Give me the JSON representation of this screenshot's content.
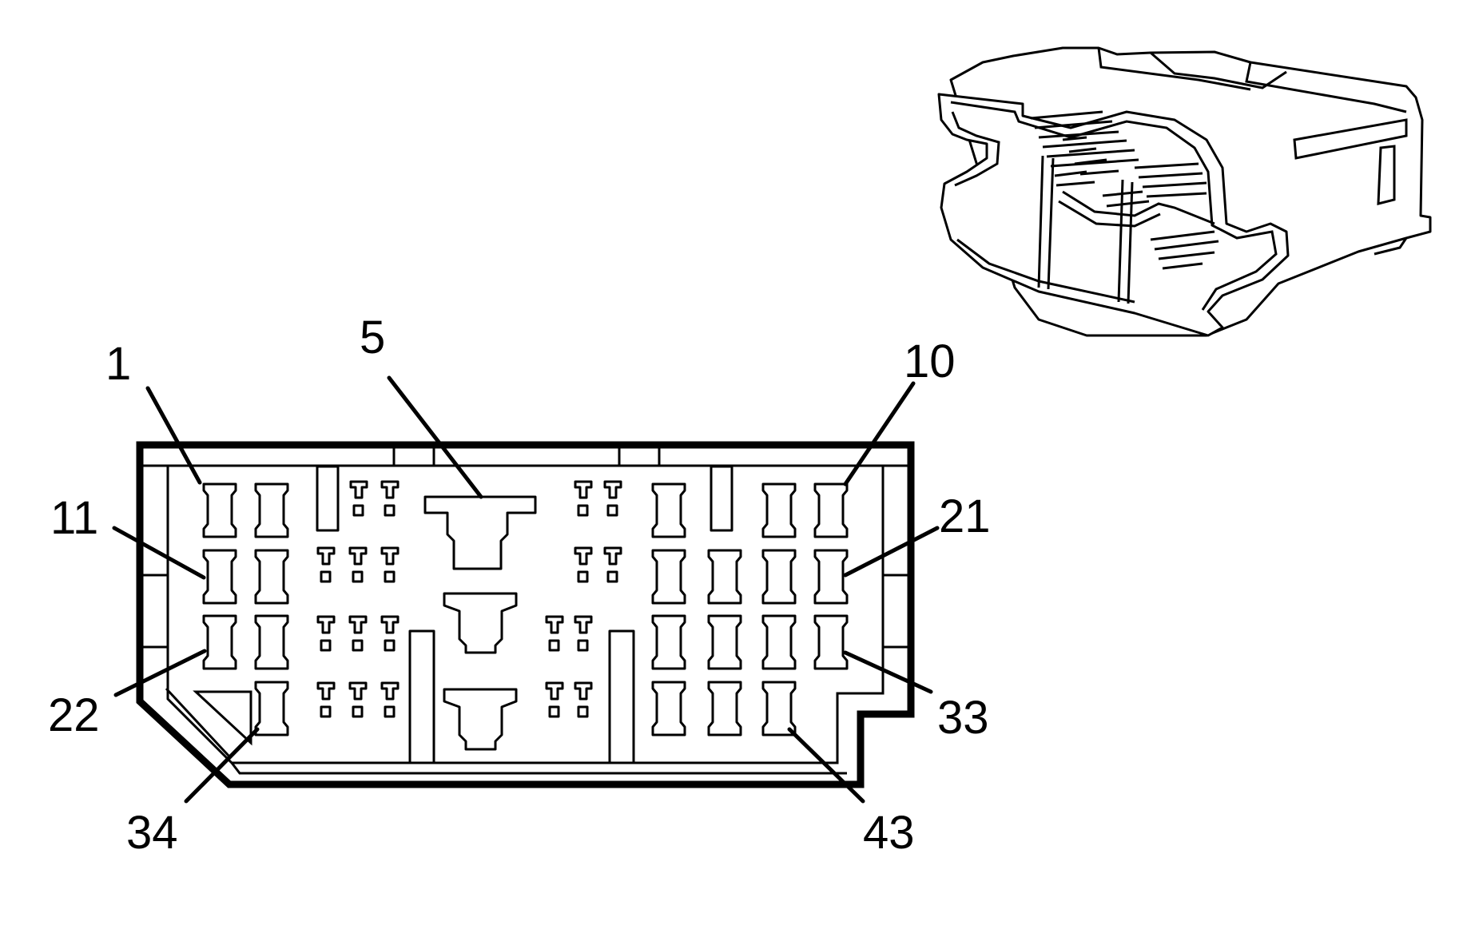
{
  "diagram": {
    "labels": {
      "pin1": "1",
      "pin5": "5",
      "pin10": "10",
      "pin11": "11",
      "pin21": "21",
      "pin22": "22",
      "pin33": "33",
      "pin34": "34",
      "pin43": "43"
    }
  }
}
